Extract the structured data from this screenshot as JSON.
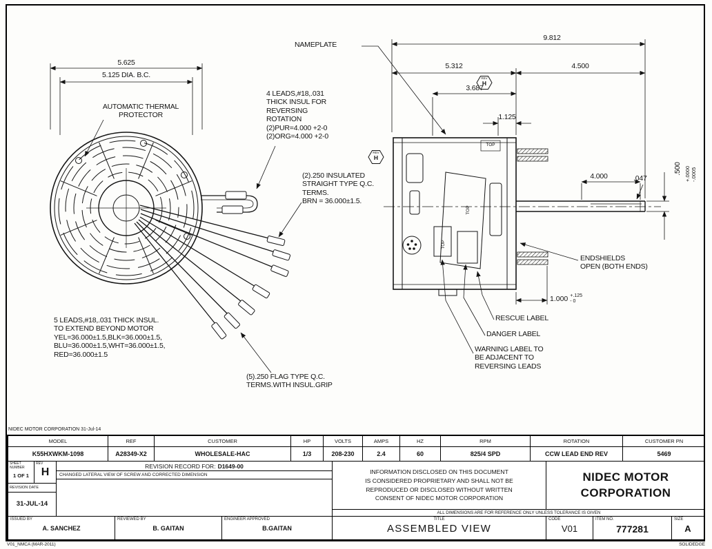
{
  "page": {
    "top_note": "NIDEC MOTOR CORPORATION 31-Jul-14",
    "footer_left": "V01_NMCA (MAR-2011)",
    "footer_right": "SOLIDEDGE"
  },
  "front_view": {
    "dim_overall": "5.625",
    "dim_bolt_circle": "5.125 DIA. B.C.",
    "thermal_protector_note": "AUTOMATIC THERMAL\nPROTECTOR",
    "reversing_leads_note": "4 LEADS,#18,.031\nTHICK INSUL FOR\nREVERSING\nROTATION\n(2)PUR=4.000 +2-0\n(2)ORG=4.000 +2-0",
    "straight_terms_note": "(2).250 INSULATED\nSTRAIGHT TYPE Q.C.\nTERMS.\nBRN = 36.000±1.5.",
    "five_leads_note": "5 LEADS,#18,.031 THICK INSUL.\nTO EXTEND BEYOND MOTOR\nYEL=36.000±1.5,BLK=36.000±1.5,\nBLU=36.000±1.5,WHT=36.000±1.5,\nRED=36.000±1.5",
    "flag_terms_note": "(5).250 FLAG TYPE Q.C.\nTERMS.WITH INSUL.GRIP"
  },
  "side_view": {
    "nameplate_label": "NAMEPLATE",
    "dim_overall": "9.812",
    "dim_body": "5.312",
    "dim_shaft_ext": "4.500",
    "dim_3687": "3.687",
    "dim_1125": "1.125",
    "dim_4000": "4.000",
    "dim_047": ".047",
    "dim_shaft_dia": ".500",
    "shaft_dia_tol": "+.0000\n-.0005",
    "dim_stud": "1.000",
    "stud_tol_plus": "+.125",
    "stud_tol_minus": "- 0",
    "endshields_note": "ENDSHIELDS\nOPEN (BOTH ENDS)",
    "rescue_label": "RESCUE LABEL",
    "danger_label": "DANGER LABEL",
    "warning_note": "WARNING LABEL TO\nBE ADJACENT TO\nREVERSING LEADS",
    "rev_word": "REV",
    "rev_marker": "H",
    "top_marker": "TOP"
  },
  "title_block": {
    "spec": {
      "headers": [
        "MODEL",
        "REF",
        "CUSTOMER",
        "HP",
        "VOLTS",
        "AMPS",
        "HZ",
        "RPM",
        "ROTATION",
        "CUSTOMER PN"
      ],
      "values": [
        "K55HXWKM-1098",
        "A28349-X2",
        "WHOLESALE-HAC",
        "1/3",
        "208-230",
        "2.4",
        "60",
        "825/4 SPD",
        "CCW LEAD END REV",
        "5469"
      ]
    },
    "sheet": {
      "label": "SHEET\nNUMBER",
      "value": "1 OF 1"
    },
    "rev": {
      "label": "REV",
      "value": "H"
    },
    "revision_date": {
      "label": "REVISION DATE",
      "value": "31-JUL-14"
    },
    "revision_record": {
      "title": "REVISION RECORD FOR:",
      "number": "D1649-00",
      "change": "CHANGED LATERAL VIEW OF SCREW AND CORRECTED DIMENSION"
    },
    "proprietary_notice": "INFORMATION DISCLOSED ON THIS DOCUMENT\nIS CONSIDERED PROPRIETARY AND SHALL NOT BE\nREPRODUCED OR DISCLOSED WITHOUT WRITTEN\nCONSENT OF NIDEC MOTOR CORPORATION",
    "company": "NIDEC MOTOR\nCORPORATION",
    "dims_note": "ALL DIMENSIONS ARE FOR REFERENCE ONLY UNLESS TOLERANCE IS GIVEN",
    "issued": {
      "label": "ISSUED BY",
      "value": "A. SANCHEZ"
    },
    "reviewed": {
      "label": "REVIEWED BY",
      "value": "B. GAITAN"
    },
    "approved": {
      "label": "ENGINEER APPROVED",
      "value": "B.GAITAN"
    },
    "title": {
      "label": "TITLE",
      "value": "ASSEMBLED VIEW"
    },
    "code": {
      "label": "CODE",
      "value": "V01"
    },
    "item": {
      "label": "ITEM NO.",
      "value": "777281"
    },
    "size": {
      "label": "SIZE",
      "value": "A"
    }
  }
}
